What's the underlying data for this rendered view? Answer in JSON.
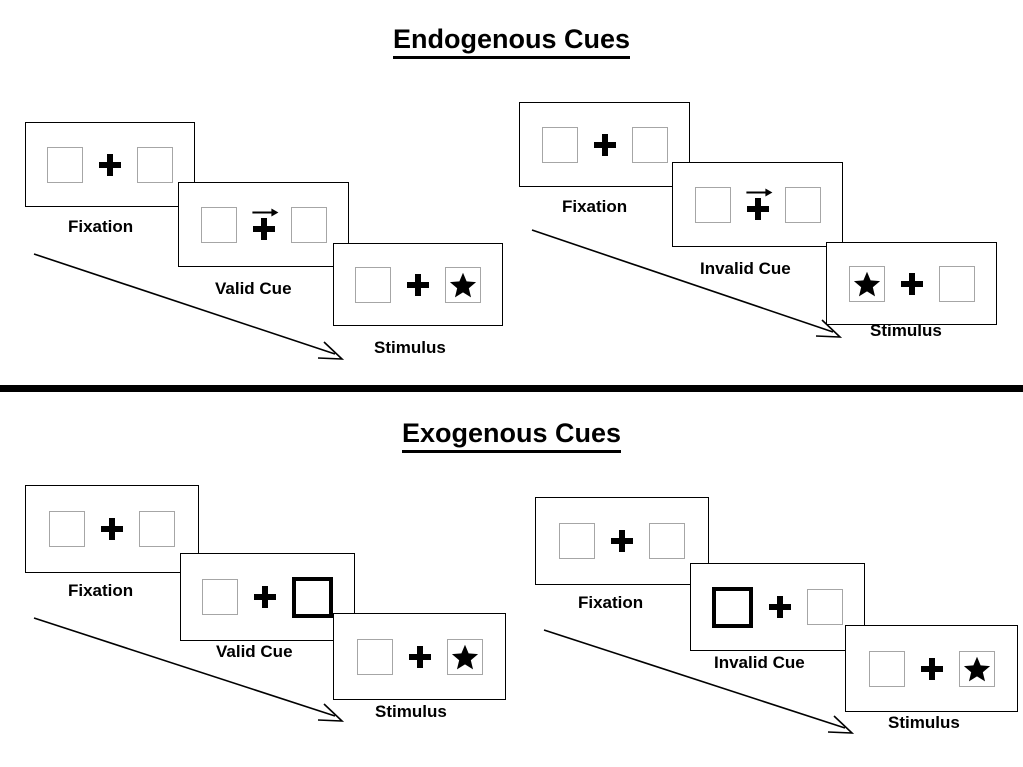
{
  "page": {
    "background": "#ffffff",
    "ink": "#000000",
    "box_border_color": "#a6a6a6",
    "highlight_color": "#000000"
  },
  "divider": {
    "name": "section-divider",
    "color": "#000000"
  },
  "sections": [
    {
      "id": "endogenous",
      "title": "Endogenous Cues",
      "groups": [
        {
          "id": "endogenous-valid",
          "condition": "valid",
          "panels": [
            {
              "label": "Fixation",
              "left_content": "empty",
              "right_content": "empty",
              "cue": "none",
              "highlight": "none"
            },
            {
              "label": "Valid Cue",
              "left_content": "empty",
              "right_content": "empty",
              "cue": "arrow-right",
              "highlight": "none"
            },
            {
              "label": "Stimulus",
              "left_content": "empty",
              "right_content": "star",
              "cue": "none",
              "highlight": "none"
            }
          ]
        },
        {
          "id": "endogenous-invalid",
          "condition": "invalid",
          "panels": [
            {
              "label": "Fixation",
              "left_content": "empty",
              "right_content": "empty",
              "cue": "none",
              "highlight": "none"
            },
            {
              "label": "Invalid Cue",
              "left_content": "empty",
              "right_content": "empty",
              "cue": "arrow-right",
              "highlight": "none"
            },
            {
              "label": "Stimulus",
              "left_content": "star",
              "right_content": "empty",
              "cue": "none",
              "highlight": "none"
            }
          ]
        }
      ]
    },
    {
      "id": "exogenous",
      "title": "Exogenous Cues",
      "groups": [
        {
          "id": "exogenous-valid",
          "condition": "valid",
          "panels": [
            {
              "label": "Fixation",
              "left_content": "empty",
              "right_content": "empty",
              "cue": "none",
              "highlight": "none"
            },
            {
              "label": "Valid Cue",
              "left_content": "empty",
              "right_content": "empty",
              "cue": "none",
              "highlight": "right"
            },
            {
              "label": "Stimulus",
              "left_content": "empty",
              "right_content": "star",
              "cue": "none",
              "highlight": "none"
            }
          ]
        },
        {
          "id": "exogenous-invalid",
          "condition": "invalid",
          "panels": [
            {
              "label": "Fixation",
              "left_content": "empty",
              "right_content": "empty",
              "cue": "none",
              "highlight": "none"
            },
            {
              "label": "Invalid Cue",
              "left_content": "empty",
              "right_content": "empty",
              "cue": "none",
              "highlight": "left"
            },
            {
              "label": "Stimulus",
              "left_content": "empty",
              "right_content": "star",
              "cue": "none",
              "highlight": "none"
            }
          ]
        }
      ]
    }
  ],
  "labels": {
    "endogenous_title": "Endogenous Cues",
    "exogenous_title": "Exogenous Cues",
    "fixation": "Fixation",
    "valid_cue": "Valid Cue",
    "invalid_cue": "Invalid Cue",
    "stimulus": "Stimulus"
  },
  "icons": {
    "fixation_cross": "plus-cross-icon",
    "cue_arrow": "arrow-right-icon",
    "target": "star-icon",
    "time_flow": "timeline-arrow-icon"
  }
}
